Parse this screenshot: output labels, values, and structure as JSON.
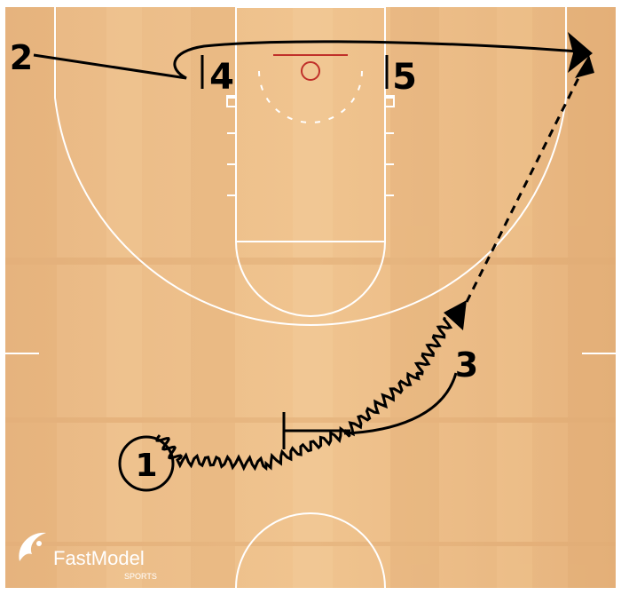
{
  "players": {
    "p1": "1",
    "p2": "2",
    "p3": "3",
    "p4": "4",
    "p5": "5"
  },
  "logo": {
    "brand": "FastModel",
    "sub": "SPORTS"
  },
  "colors": {
    "court_light": "#f2c896",
    "court_mid": "#e8b883",
    "court_dark": "#d9a56e",
    "lines": "#ffffff",
    "rim": "#c0302a",
    "ink": "#000000"
  }
}
